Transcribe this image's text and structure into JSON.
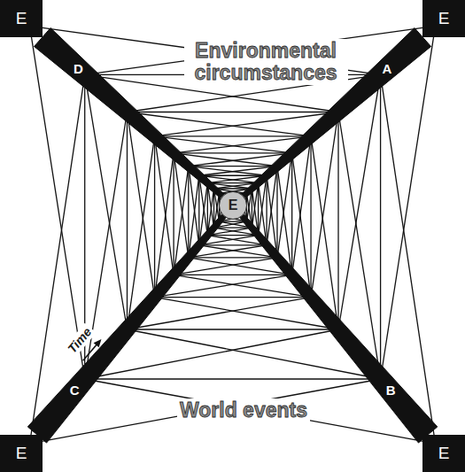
{
  "diagram": {
    "nodes": [
      {
        "text": [
          "E"
        ]
      },
      {
        "text": [
          "E"
        ]
      },
      {
        "text": [
          "E"
        ]
      },
      {
        "text": [
          "E"
        ]
      },
      {
        "text": [
          "E"
        ]
      }
    ],
    "edges": [
      {
        "from": 1,
        "to": 2,
        "arrow": "none",
        "label": "A"
      },
      {
        "from": 4,
        "to": 2,
        "arrow": "none",
        "label": "B"
      },
      {
        "from": 3,
        "to": 2,
        "arrow": "none",
        "label": "C"
      },
      {
        "from": 0,
        "to": 2,
        "arrow": "none",
        "label": "D"
      }
    ],
    "labels": [
      "Environmental circumstances",
      "World events",
      "Time"
    ]
  }
}
